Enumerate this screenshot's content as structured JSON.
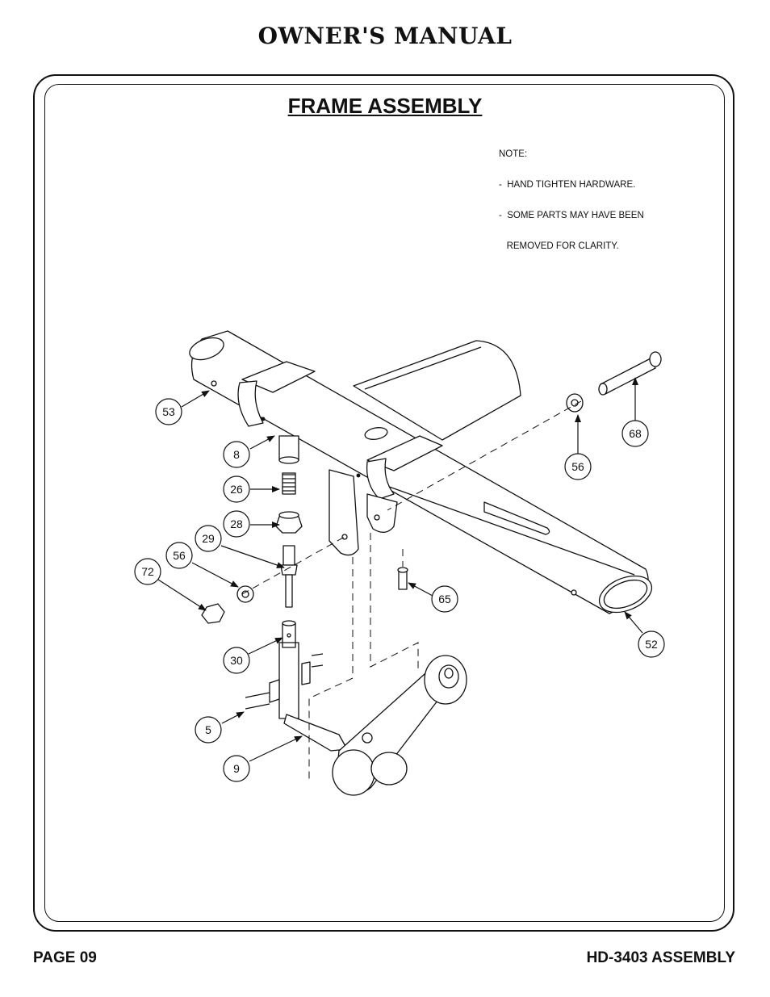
{
  "header": {
    "title": "OWNER'S MANUAL"
  },
  "section": {
    "title": "FRAME ASSEMBLY"
  },
  "note": {
    "heading": "NOTE:",
    "lines": [
      "-  HAND TIGHTEN HARDWARE.",
      "-  SOME PARTS MAY HAVE BEEN",
      "   REMOVED FOR CLARITY."
    ]
  },
  "callouts": {
    "c53": "53",
    "c8": "8",
    "c26": "26",
    "c28": "28",
    "c29": "29",
    "c56a": "56",
    "c72": "72",
    "c30": "30",
    "c5": "5",
    "c9": "9",
    "c65": "65",
    "c52": "52",
    "c56b": "56",
    "c68": "68"
  },
  "footer": {
    "page": "PAGE 09",
    "model": "HD-3403 ASSEMBLY"
  }
}
